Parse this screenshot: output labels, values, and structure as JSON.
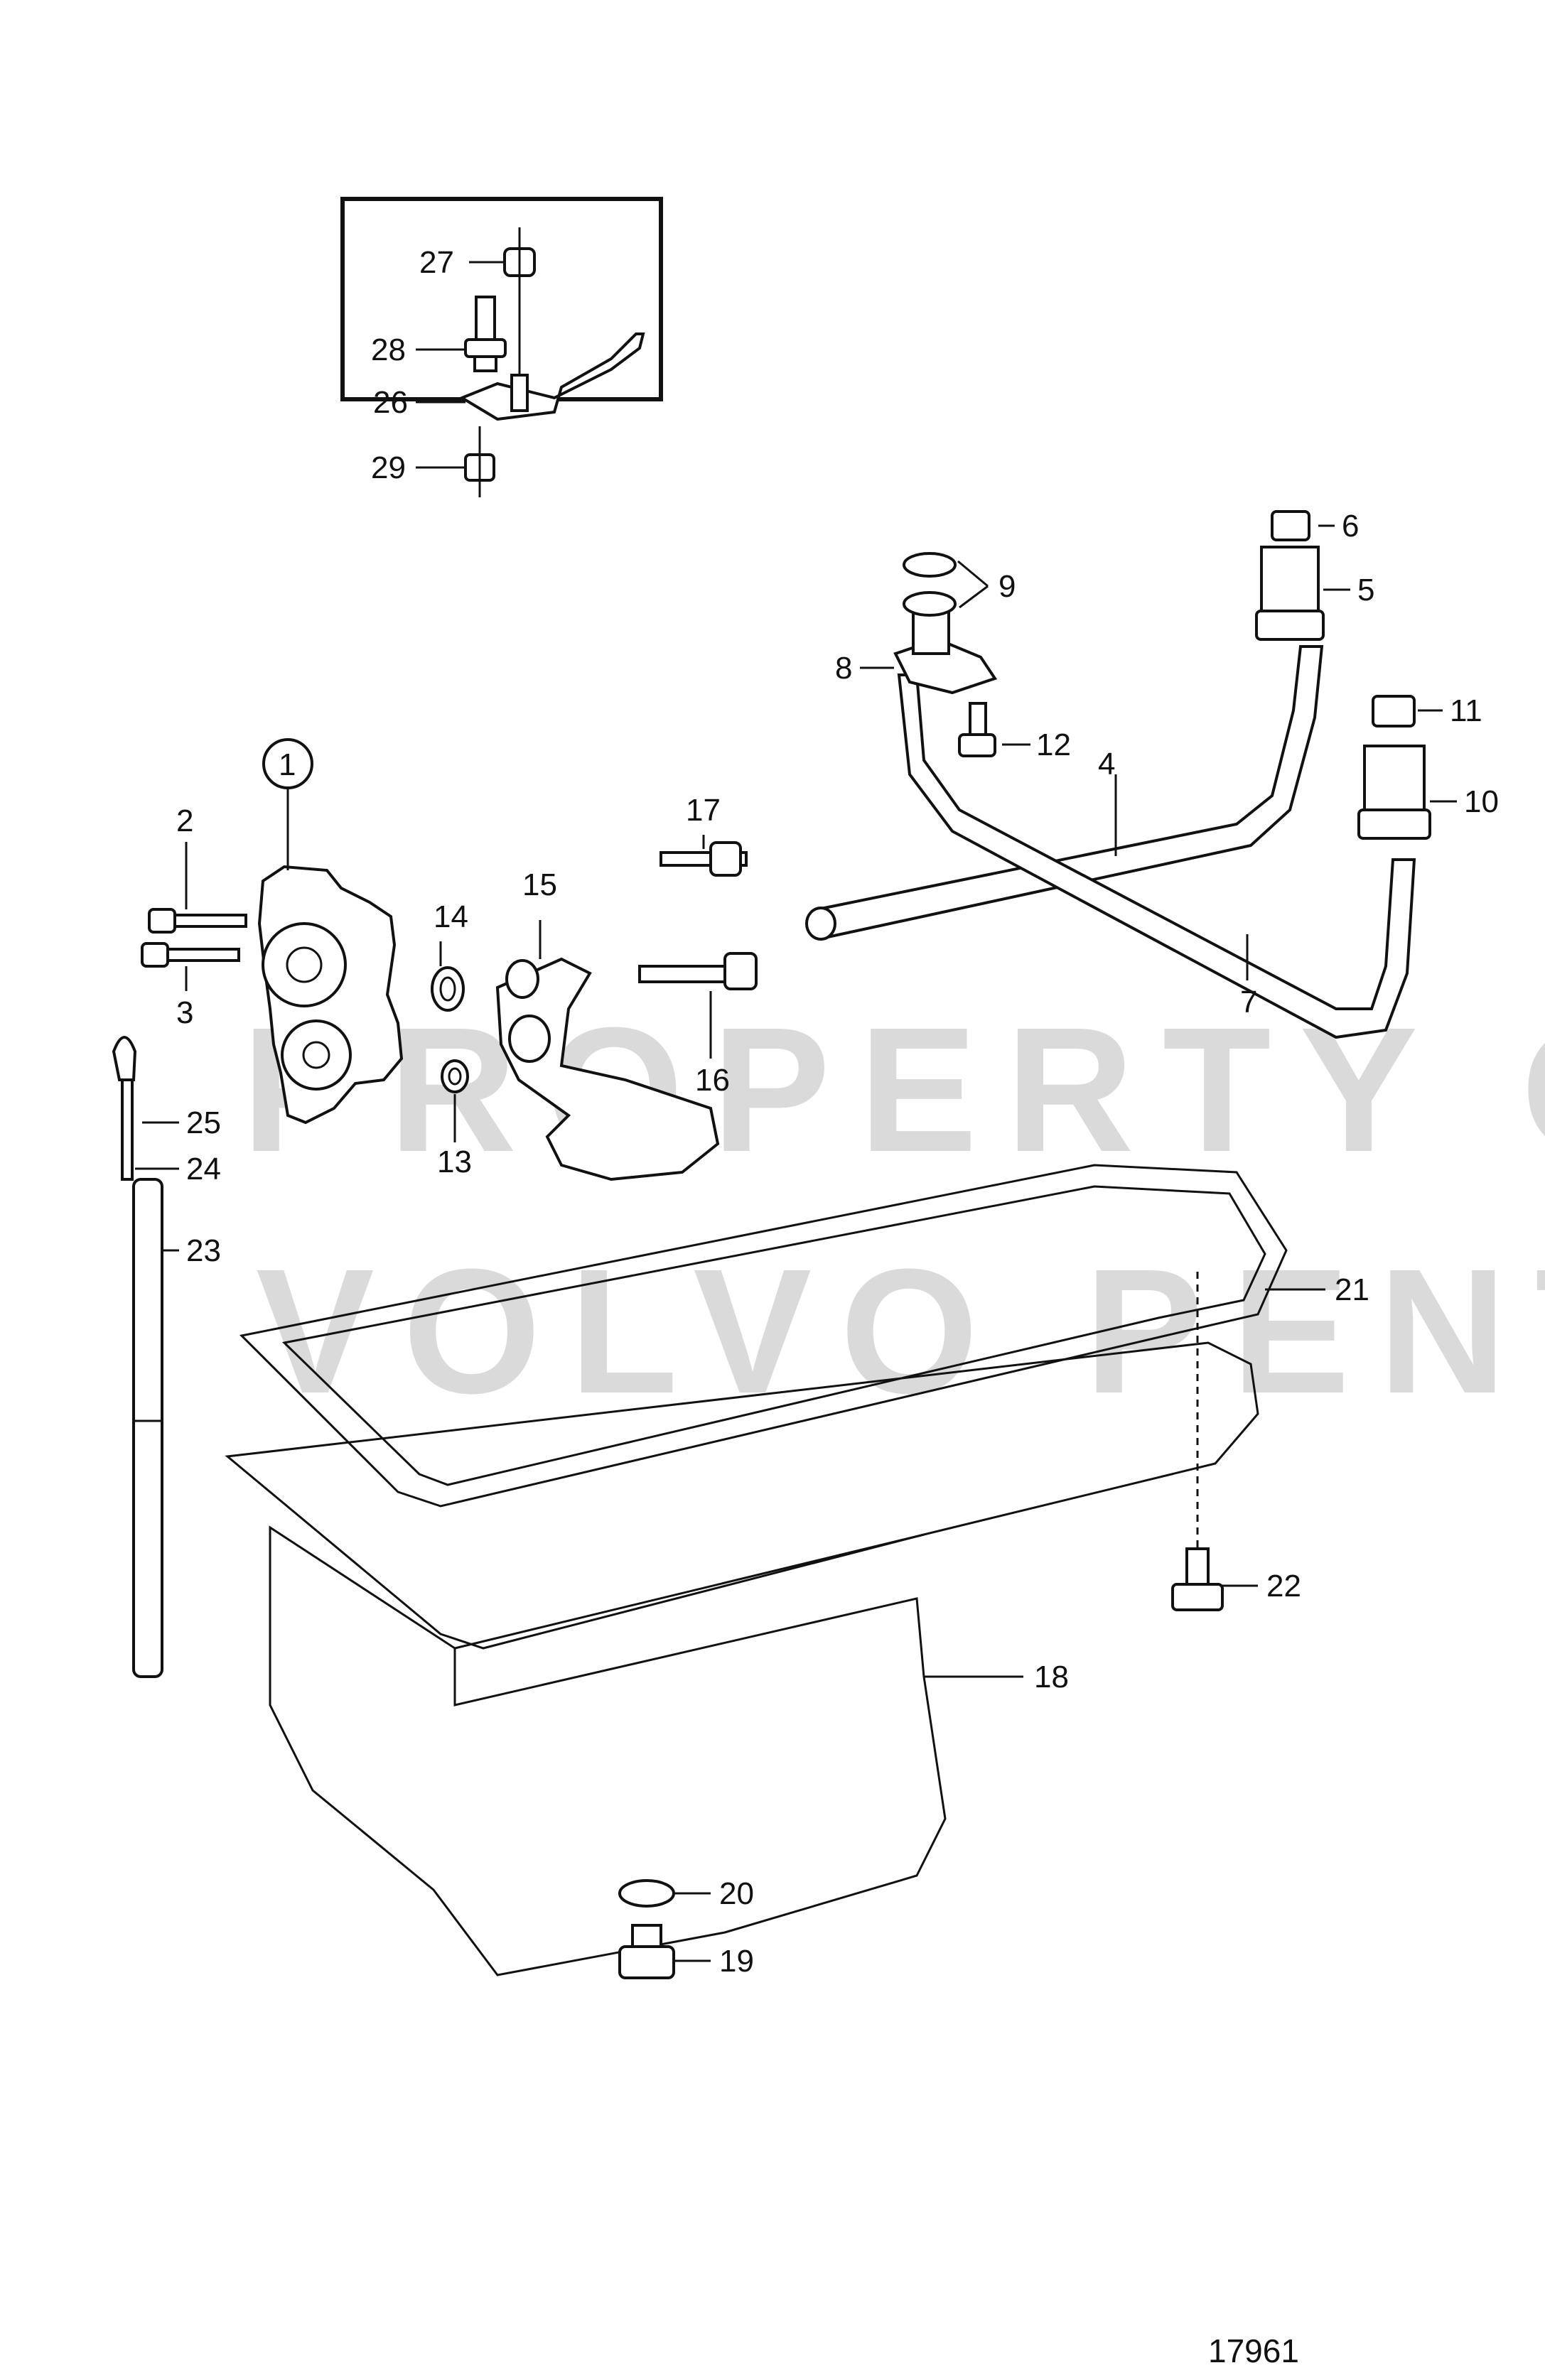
{
  "watermark": {
    "line1": "PROPERTY OF",
    "line2": "VOLVO PENTA"
  },
  "reference_number": "17961",
  "callouts": {
    "c1": "1",
    "c2": "2",
    "c3": "3",
    "c4": "4",
    "c5": "5",
    "c6": "6",
    "c7": "7",
    "c8": "8",
    "c9": "9",
    "c10": "10",
    "c11": "11",
    "c12": "12",
    "c13": "13",
    "c14": "14",
    "c15": "15",
    "c16": "16",
    "c17": "17",
    "c18": "18",
    "c19": "19",
    "c20": "20",
    "c21": "21",
    "c22": "22",
    "c23": "23",
    "c24": "24",
    "c25": "25",
    "c26": "26",
    "c27": "27",
    "c28": "28",
    "c29": "29"
  }
}
